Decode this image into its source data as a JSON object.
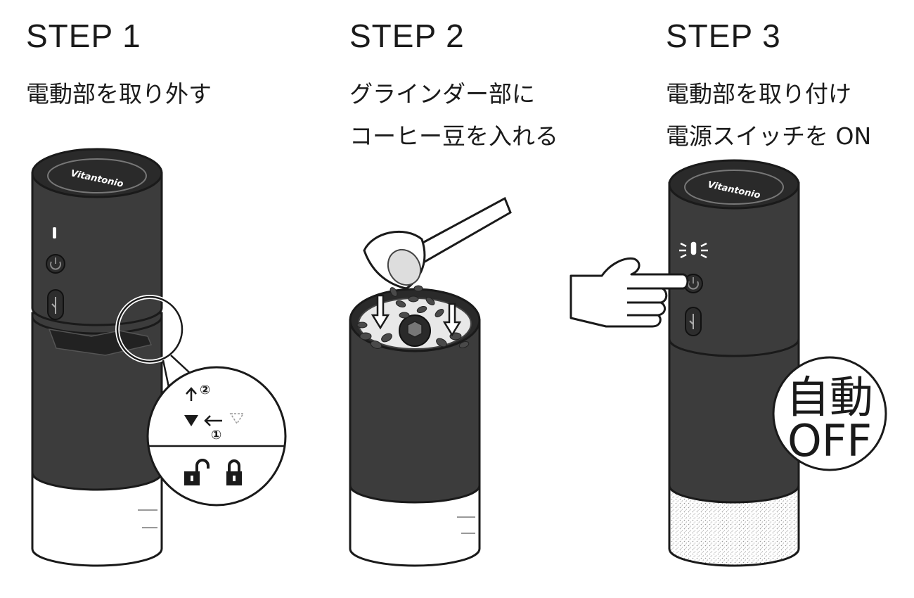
{
  "steps": [
    {
      "title": "STEP 1",
      "lines": [
        "電動部を取り外す"
      ],
      "brand": "Vitantonio",
      "callout": {
        "up_marker": "②",
        "left_marker": "①"
      }
    },
    {
      "title": "STEP 2",
      "lines": [
        "グラインダー部に",
        "コーヒー豆を入れる"
      ]
    },
    {
      "title": "STEP 3",
      "lines": [
        "電動部を取り付け",
        "電源スイッチを ON"
      ],
      "brand": "Vitantonio",
      "badge": {
        "line1": "自動",
        "line2": "OFF"
      }
    }
  ],
  "colors": {
    "body": "#3c3c3c",
    "outline": "#1a1a1a",
    "glass": "#ffffff",
    "background": "#ffffff"
  },
  "icons": [
    "power-icon",
    "usb-icon",
    "hand-pointer-icon",
    "lock-icon",
    "unlock-icon",
    "spoon-icon",
    "coffee-bean-icon",
    "down-arrow-icon"
  ]
}
